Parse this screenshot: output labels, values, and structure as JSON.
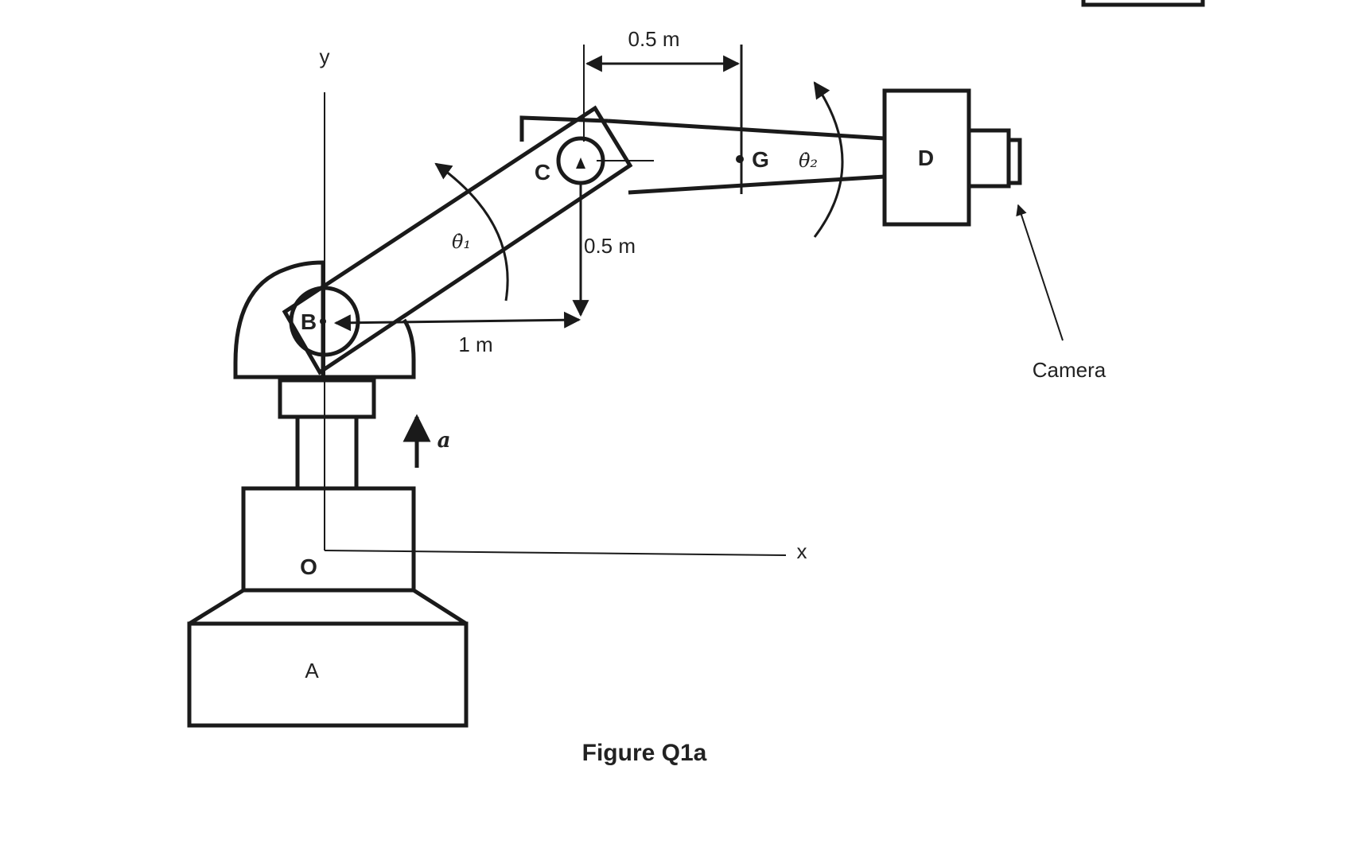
{
  "figure": {
    "caption": "Figure Q1a",
    "axes": {
      "y": "y",
      "x": "x",
      "origin": "O"
    },
    "points": {
      "A": "A",
      "B": "B",
      "C": "C",
      "G": "G",
      "D": "D"
    },
    "dimensions": {
      "top_span": "0.5 m",
      "vertical_drop": "0.5 m",
      "horizontal_BC": "1 m"
    },
    "angles": {
      "theta1": "θ̇₁",
      "theta2": "θ̇₂"
    },
    "acceleration": "a",
    "camera_label": "Camera",
    "top_right_clipped_text": "[ ]"
  }
}
